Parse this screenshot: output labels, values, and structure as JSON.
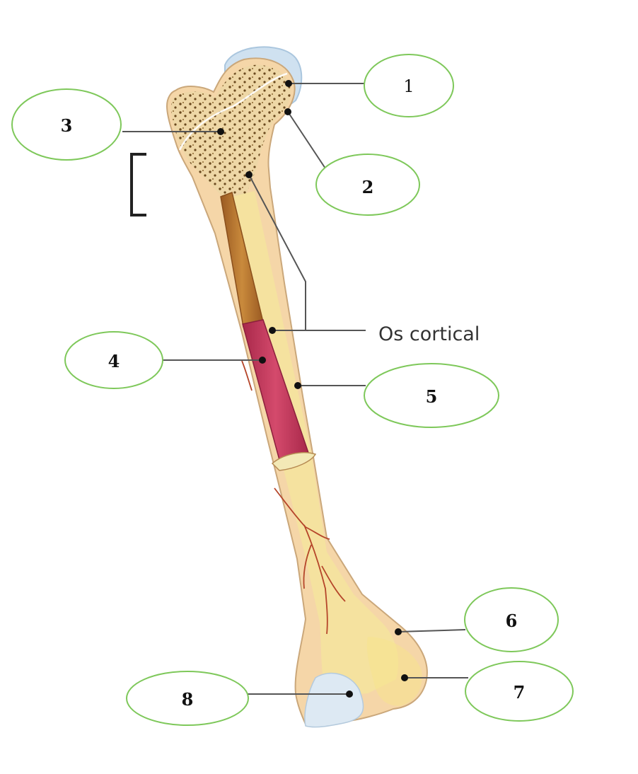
{
  "diagram": {
    "caption": "Os cortical",
    "callouts": [
      {
        "number": "1"
      },
      {
        "number": "2"
      },
      {
        "number": "3"
      },
      {
        "number": "4"
      },
      {
        "number": "5"
      },
      {
        "number": "6"
      },
      {
        "number": "7"
      },
      {
        "number": "8"
      }
    ]
  },
  "colors": {
    "callout_border": "#7ec85a",
    "leader_line": "#555555",
    "bone_outer": "#f5d6a8",
    "bone_inner": "#f6ea9e",
    "marrow_red": "#c8375a",
    "marrow_yellow": "#b8732e",
    "cartilage": "#cfe1f0"
  }
}
